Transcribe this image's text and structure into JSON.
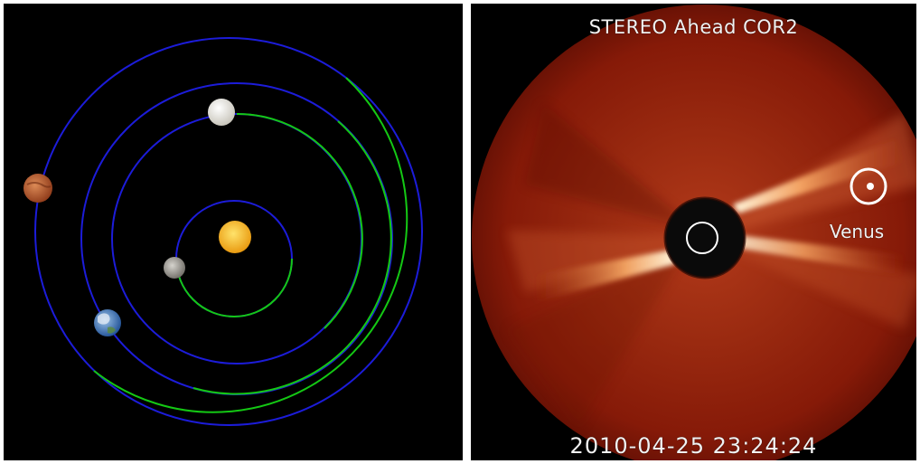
{
  "orbit_diagram": {
    "bodies": [
      {
        "name": "sun",
        "color": "#f7b81f"
      },
      {
        "name": "mercury",
        "color": "#9a968e"
      },
      {
        "name": "venus",
        "color": "#f2f0ea"
      },
      {
        "name": "earth",
        "color": "#3f74b8"
      },
      {
        "name": "mars",
        "color": "#b9562a"
      }
    ],
    "orbit_colors": {
      "blue": "#1c1cd9",
      "green": "#14c814"
    }
  },
  "coronagraph": {
    "title": "STEREO Ahead COR2",
    "timestamp": "2010-04-25 23:24:24",
    "venus_label": "Venus",
    "colors": {
      "disk": "#8c1a08",
      "streamer": "#ffe0a8",
      "occulter": "#050505"
    }
  }
}
